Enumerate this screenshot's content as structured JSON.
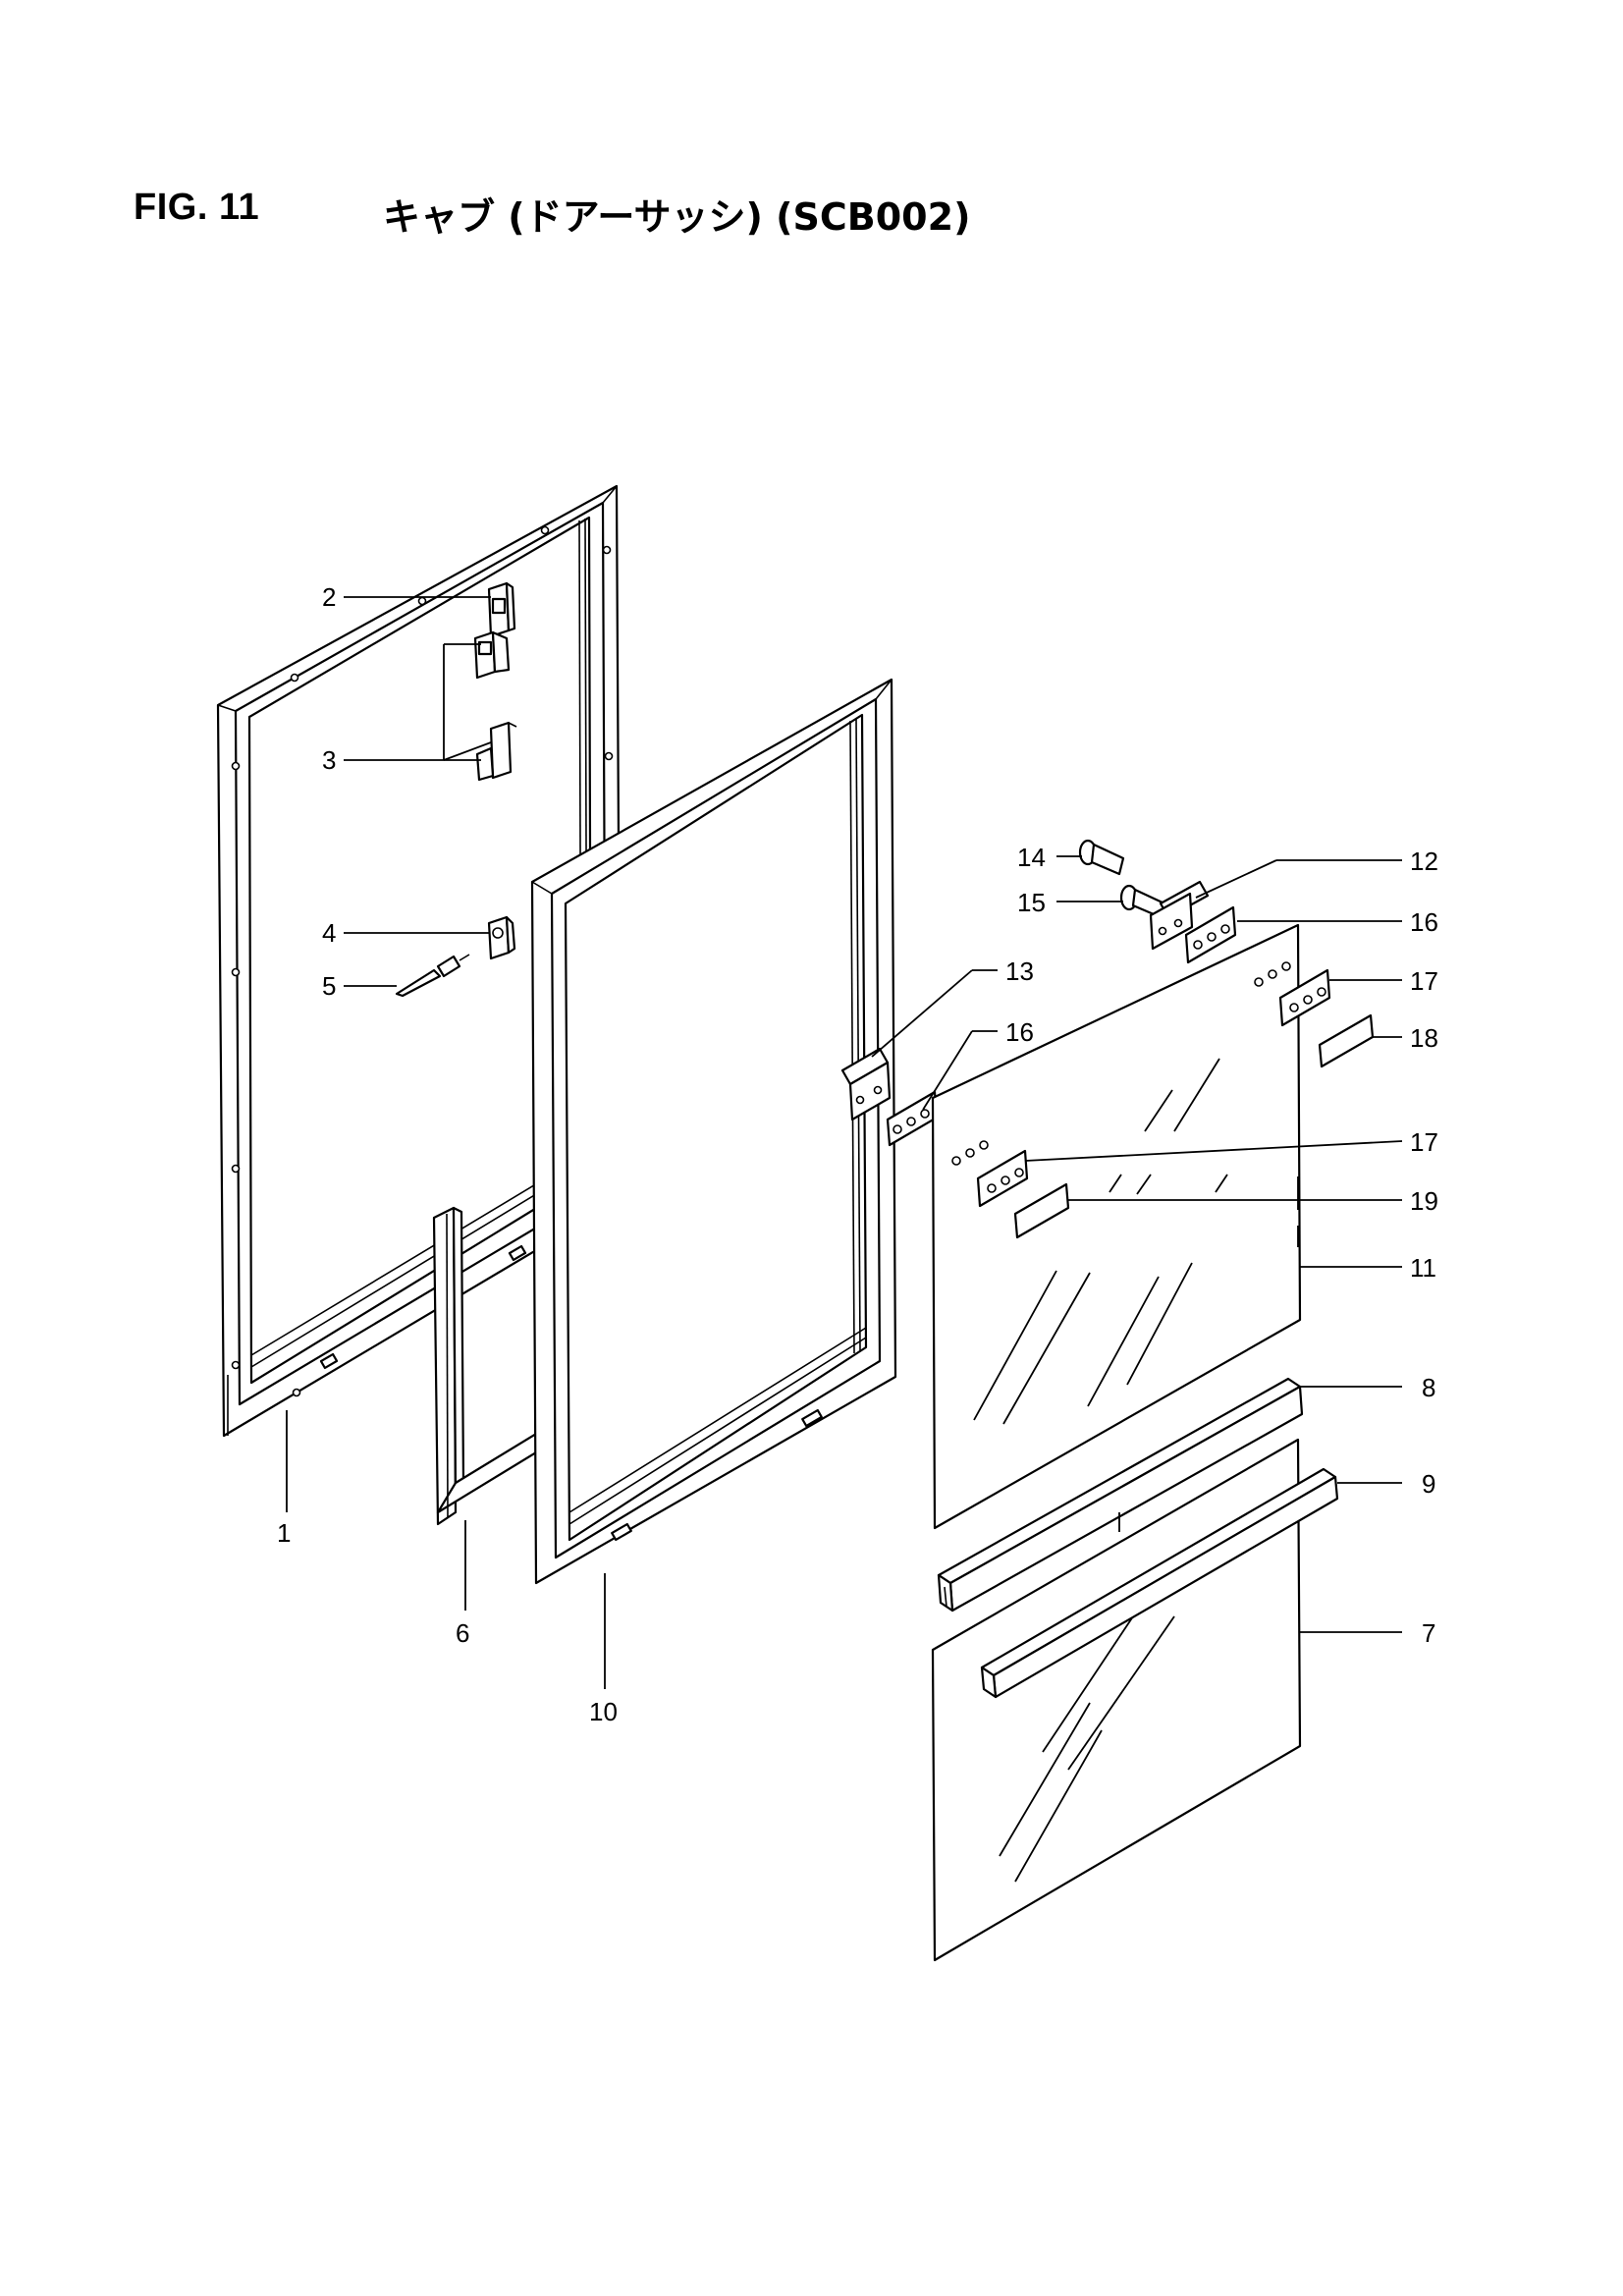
{
  "figure": {
    "number": "FIG. 11",
    "title": "キャブ (ドアーサッシ) (SCB002)"
  },
  "callouts": {
    "c1": "1",
    "c2": "2",
    "c3": "3",
    "c4": "4",
    "c5": "5",
    "c6": "6",
    "c7": "7",
    "c8": "8",
    "c9": "9",
    "c10": "10",
    "c11": "11",
    "c12": "12",
    "c13": "13",
    "c14": "14",
    "c15": "15",
    "c16a": "16",
    "c16b": "16",
    "c17a": "17",
    "c17b": "17",
    "c18": "18",
    "c19": "19"
  }
}
